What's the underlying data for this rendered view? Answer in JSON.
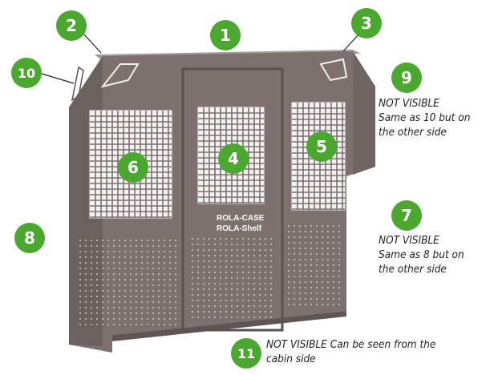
{
  "callouts": {
    "b1": "1",
    "b2": "2",
    "b3": "3",
    "b4": "4",
    "b5": "5",
    "b6": "6",
    "b7": "7",
    "b8": "8",
    "b9": "9",
    "b10": "10",
    "b11": "11"
  },
  "notes": {
    "n9_line1": "NOT VISIBLE",
    "n9_line2": "Same as 10 but on",
    "n9_line3": "the other side",
    "n7_line1": "NOT VISIBLE",
    "n7_line2": "Same as 8 but on",
    "n7_line3": "the other side",
    "n11_line1": "NOT VISIBLE Can be seen from the",
    "n11_line2": "cabin side"
  },
  "logo_text": "ROLA-CASE ROLA-Shelf",
  "colors": {
    "panel": "#7c716e",
    "panel_dark": "#5f5654",
    "panel_light": "#8e8481",
    "mesh_bg": "#f2f2f2",
    "badge": "#4aa82f"
  }
}
